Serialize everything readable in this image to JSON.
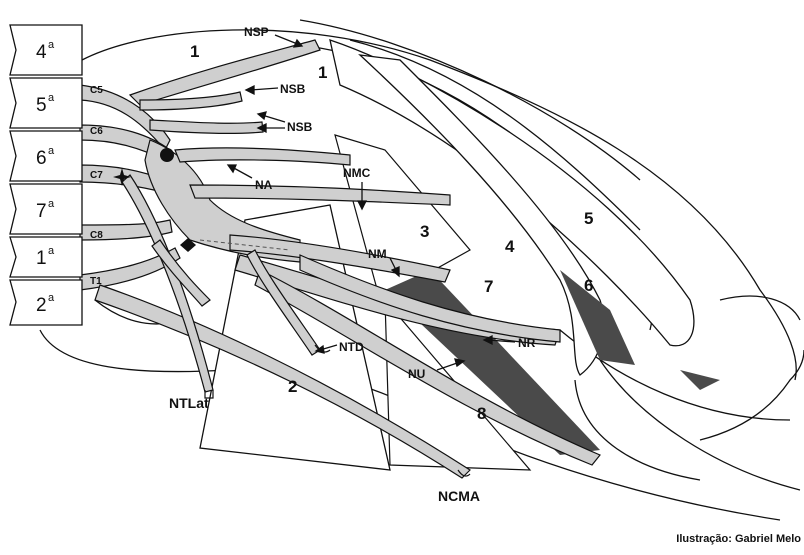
{
  "vertebrae": [
    {
      "num": "4",
      "sup": "a"
    },
    {
      "num": "5",
      "sup": "a"
    },
    {
      "num": "6",
      "sup": "a"
    },
    {
      "num": "7",
      "sup": "a"
    },
    {
      "num": "1",
      "sup": "a"
    },
    {
      "num": "2",
      "sup": "a"
    }
  ],
  "roots": [
    "C5",
    "C6",
    "C7",
    "C8",
    "T1"
  ],
  "region_numbers": {
    "r1a": "1",
    "r1b": "1",
    "r2": "2",
    "r3": "3",
    "r4": "4",
    "r5": "5",
    "r6": "6",
    "r7": "7",
    "r8": "8"
  },
  "nerves": {
    "nsp": "NSP",
    "nsb_upper": "NSB",
    "nsb_lower": "NSB",
    "nmc": "NMC",
    "na": "NA",
    "nm": "NM",
    "nr": "NR",
    "nu": "NU",
    "ntd": "NTD",
    "ntlat": "NTLat",
    "ncma": "NCMA"
  },
  "credit": "Ilustração: Gabriel Melo",
  "colors": {
    "nerve_fill": "#cfcfcf",
    "muscle_dark": "#4a4a4a",
    "outline": "#111111"
  }
}
